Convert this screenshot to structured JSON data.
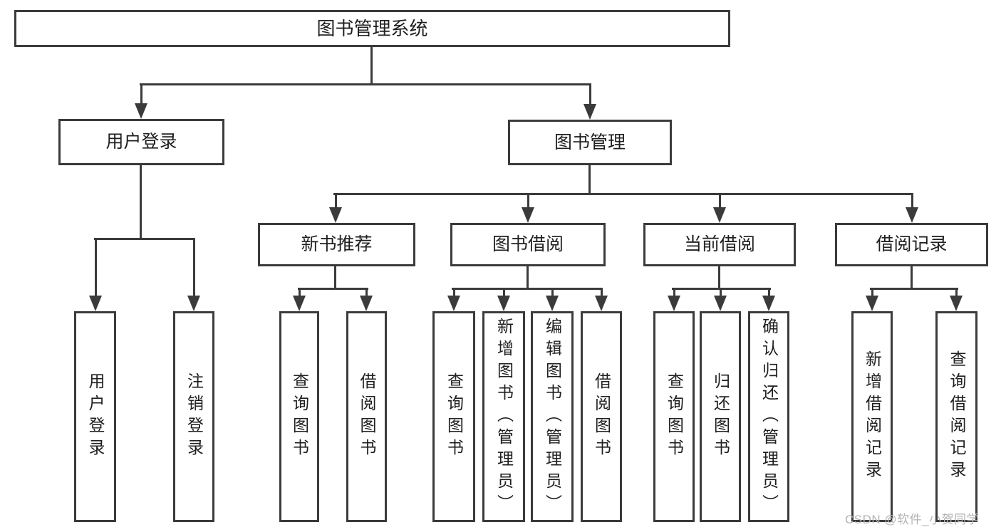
{
  "diagram": {
    "root": {
      "label": "图书管理系统"
    },
    "branches": [
      {
        "label": "用户登录",
        "children": [
          {
            "label": "用户登录"
          },
          {
            "label": "注销登录"
          }
        ]
      },
      {
        "label": "图书管理",
        "children": [
          {
            "label": "新书推荐",
            "children": [
              {
                "label": "查询图书"
              },
              {
                "label": "借阅图书"
              }
            ]
          },
          {
            "label": "图书借阅",
            "children": [
              {
                "label": "查询图书"
              },
              {
                "label": "新增图书（管理员）"
              },
              {
                "label": "编辑图书（管理员）"
              },
              {
                "label": "借阅图书"
              }
            ]
          },
          {
            "label": "当前借阅",
            "children": [
              {
                "label": "查询图书"
              },
              {
                "label": "归还图书"
              },
              {
                "label": "确认归还（管理员）"
              }
            ]
          },
          {
            "label": "借阅记录",
            "children": [
              {
                "label": "新增借阅记录"
              },
              {
                "label": "查询借阅记录"
              }
            ]
          }
        ]
      }
    ]
  },
  "watermark": {
    "text": "CSDN @软件_小贺同学"
  },
  "colors": {
    "line": "#3b3b3b",
    "text": "#1f1f1f",
    "background": "#ffffff",
    "watermark": "#b3b3b3"
  }
}
